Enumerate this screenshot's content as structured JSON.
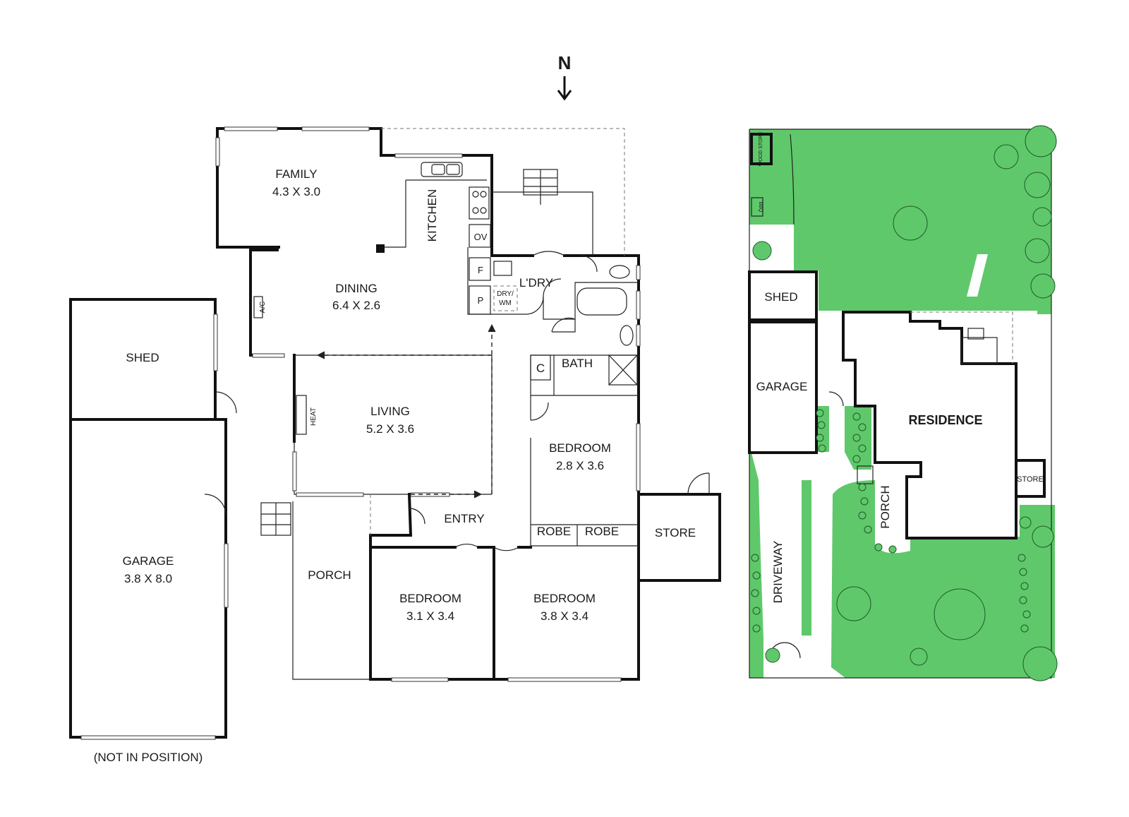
{
  "compass": {
    "label": "N"
  },
  "rooms": {
    "family": {
      "name": "FAMILY",
      "dims": "4.3 X 3.0"
    },
    "kitchen": {
      "name": "KITCHEN"
    },
    "dining": {
      "name": "DINING",
      "dims": "6.4 X 2.6"
    },
    "laundry": {
      "name": "L'DRY"
    },
    "living": {
      "name": "LIVING",
      "dims": "5.2 X 3.6"
    },
    "bath": {
      "name": "BATH"
    },
    "bedroom_east": {
      "name": "BEDROOM",
      "dims": "2.8 X 3.6"
    },
    "entry": {
      "name": "ENTRY"
    },
    "robe_1": {
      "name": "ROBE"
    },
    "robe_2": {
      "name": "ROBE"
    },
    "store": {
      "name": "STORE"
    },
    "porch": {
      "name": "PORCH"
    },
    "bedroom_1": {
      "name": "BEDROOM",
      "dims": "3.1 X 3.4"
    },
    "bedroom_2": {
      "name": "BEDROOM",
      "dims": "3.8 X 3.4"
    },
    "shed": {
      "name": "SHED"
    },
    "garage": {
      "name": "GARAGE",
      "dims": "3.8 X 8.0"
    }
  },
  "fixtures": {
    "oven": "OV",
    "fridge": "F",
    "pantry": "P",
    "dryer": "DRY/",
    "washer": "WM",
    "cupboard": "C",
    "air_con": "A/C",
    "heater": "HEAT"
  },
  "note": "(NOT IN POSITION)",
  "site": {
    "wood_store": "WOOD STORE",
    "bbq": "BBQ",
    "shed": "SHED",
    "garage": "GARAGE",
    "residence": "RESIDENCE",
    "porch": "PORCH",
    "store": "STORE",
    "driveway": "DRIVEWAY"
  },
  "colors": {
    "lawn": "#5fc86b",
    "wall": "#111111",
    "tree_outline": "#2a6e33"
  }
}
